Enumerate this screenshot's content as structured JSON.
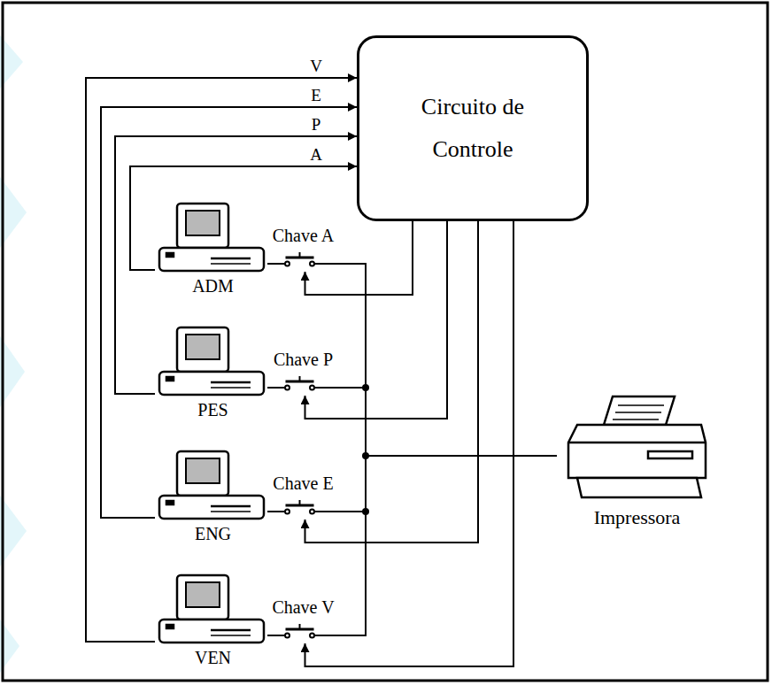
{
  "diagram": {
    "nodes": [
      {
        "text": [
          "Circuito de Controle"
        ]
      },
      {
        "text": [
          "ADM"
        ]
      },
      {
        "text": [
          "Chave A"
        ]
      },
      {
        "text": [
          "PES"
        ]
      },
      {
        "text": [
          "Chave P"
        ]
      },
      {
        "text": [
          "ENG"
        ]
      },
      {
        "text": [
          "Chave E"
        ]
      },
      {
        "text": [
          "VEN"
        ]
      },
      {
        "text": [
          "Chave V"
        ]
      },
      {
        "text": [
          "Impressora"
        ]
      }
    ],
    "edges": [
      {
        "from": 1,
        "to": 0,
        "label": "A",
        "arrow": "to"
      },
      {
        "from": 3,
        "to": 0,
        "label": "P",
        "arrow": "to"
      },
      {
        "from": 5,
        "to": 0,
        "label": "E",
        "arrow": "to"
      },
      {
        "from": 7,
        "to": 0,
        "label": "V",
        "arrow": "to"
      },
      {
        "from": 0,
        "to": 2,
        "arrow": "to"
      },
      {
        "from": 0,
        "to": 4,
        "arrow": "to"
      },
      {
        "from": 0,
        "to": 6,
        "arrow": "to"
      },
      {
        "from": 0,
        "to": 8,
        "arrow": "to"
      },
      {
        "from": 1,
        "to": 2,
        "arrow": "none"
      },
      {
        "from": 3,
        "to": 4,
        "arrow": "none"
      },
      {
        "from": 5,
        "to": 6,
        "arrow": "none"
      },
      {
        "from": 7,
        "to": 8,
        "arrow": "none"
      },
      {
        "from": 2,
        "to": 9,
        "arrow": "none"
      },
      {
        "from": 4,
        "to": 9,
        "arrow": "none"
      },
      {
        "from": 6,
        "to": 9,
        "arrow": "none"
      },
      {
        "from": 8,
        "to": 9,
        "arrow": "none"
      }
    ]
  }
}
